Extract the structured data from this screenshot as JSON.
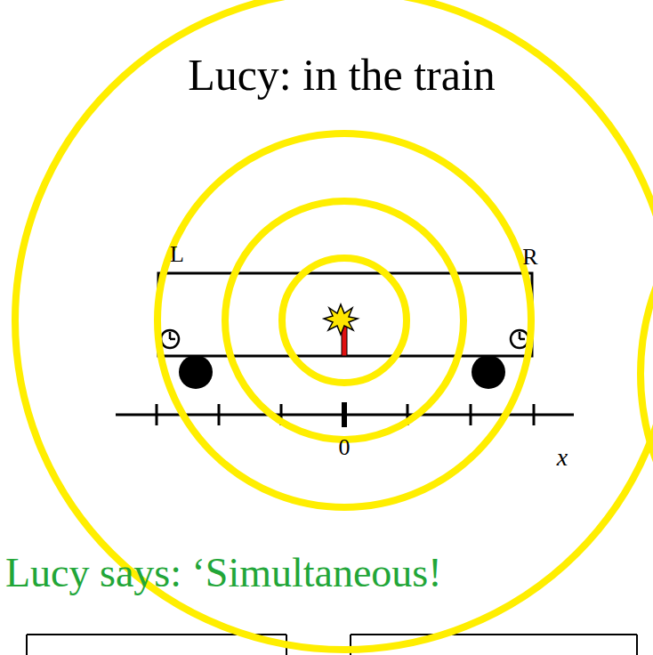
{
  "diagram": {
    "title": "Lucy: in the train",
    "labels": [
      "L",
      "R",
      "0",
      "x",
      "Lucy says: ‘Simultaneous!"
    ]
  }
}
